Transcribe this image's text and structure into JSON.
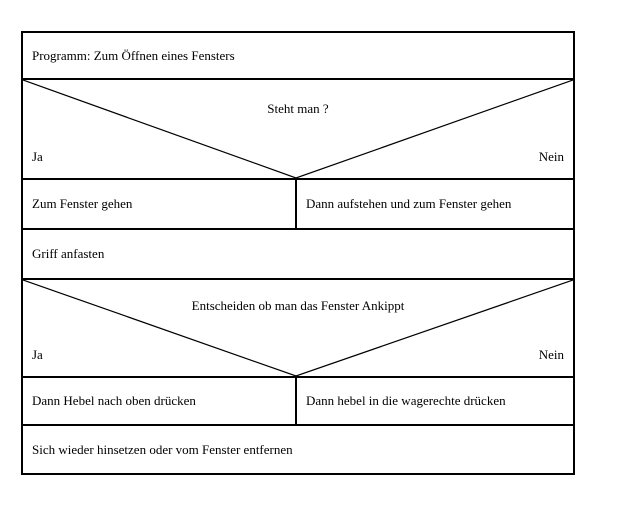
{
  "diagram": {
    "kind": "nassi-shneiderman-structogram",
    "line_color": "#000000",
    "background_color": "#ffffff",
    "title": "Programm: Zum Öffnen eines Fensters",
    "decision1": {
      "question": "Steht man ?",
      "yes_label": "Ja",
      "no_label": "Nein"
    },
    "branch1": {
      "left": "Zum Fenster gehen",
      "right": "Dann aufstehen und zum Fenster gehen"
    },
    "step1": "Griff anfasten",
    "decision2": {
      "question": "Entscheiden ob man das Fenster Ankippt",
      "yes_label": "Ja",
      "no_label": "Nein"
    },
    "branch2": {
      "left": "Dann Hebel nach oben drücken",
      "right": "Dann hebel in die wagerechte drücken"
    },
    "step2": "Sich wieder hinsetzen oder vom Fenster entfernen"
  }
}
